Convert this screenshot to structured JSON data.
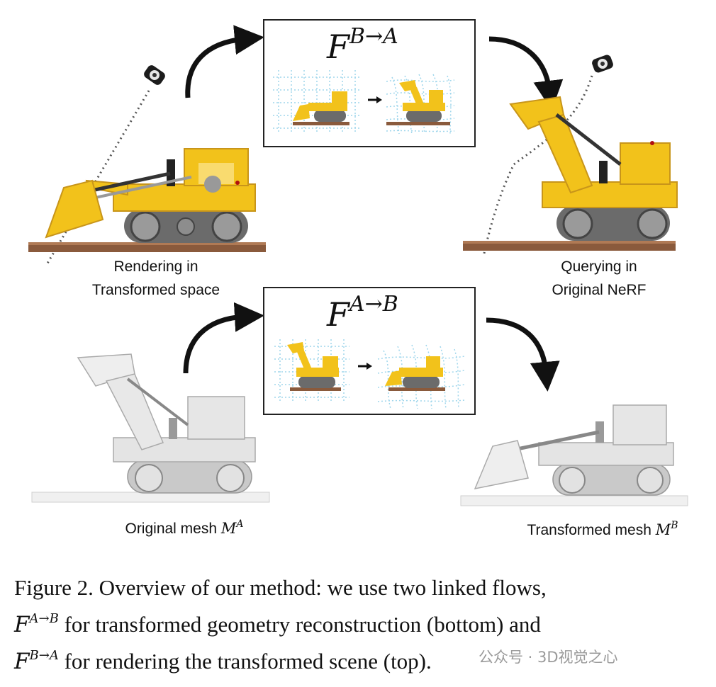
{
  "top_flow": {
    "symbol": "F",
    "superscript": "B→A"
  },
  "bottom_flow": {
    "symbol": "F",
    "superscript": "A→B"
  },
  "captions": {
    "rendering_line1": "Rendering in",
    "rendering_line2": "Transformed space",
    "querying_line1": "Querying in",
    "querying_line2": "Original NeRF",
    "original_mesh_text": "Original mesh ",
    "original_mesh_symbol": "M",
    "original_mesh_sup": "A",
    "transformed_mesh_text": "Transformed mesh ",
    "transformed_mesh_symbol": "M",
    "transformed_mesh_sup": "B"
  },
  "figure_caption": {
    "prefix": "Figure 2.  Overview of our method:  we use two linked flows,",
    "flow1_symbol": "F",
    "flow1_sup": "A→B",
    "middle": " for transformed geometry reconstruction (bottom) and",
    "flow2_symbol": "F",
    "flow2_sup": "B→A",
    "suffix": " for rendering the transformed scene (top)."
  },
  "watermark": "公众号 · 3D视觉之心",
  "colors": {
    "lego_yellow": "#f2c21b",
    "lego_dark": "#c8951a",
    "track_gray": "#7a7a7a",
    "base_brown": "#8a5a3c",
    "grid_blue": "#9fd6ec",
    "mesh_gray": "#d8d8d8"
  },
  "icons": [
    "camera-icon",
    "flow-arrow-icon",
    "curved-arrow-icon"
  ]
}
